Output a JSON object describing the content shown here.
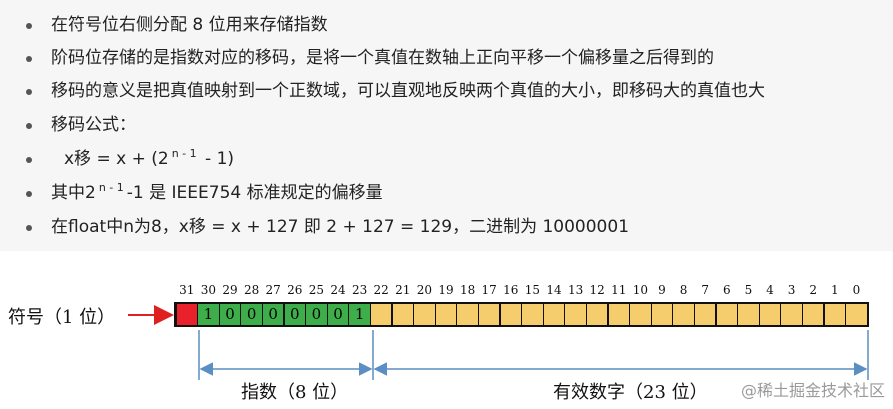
{
  "bullets": [
    "在符号位右侧分配 8 位用来存储指数",
    "阶码位存储的是指数对应的移码，是将一个真值在数轴上正向平移一个偏移量之后得到的",
    "移码的意义是把真值映射到一个正数域，可以直观地反映两个真值的大小，即移码大的真值也大",
    "移码公式：",
    {
      "pre": "x移 = x + (2",
      "sup": "n - 1",
      "post": " - 1)"
    },
    {
      "pre": "其中2",
      "sup": "n - 1",
      "post": "-1 是 IEEE754 标准规定的偏移量"
    },
    "在float中n为8，x移 = x + 127 即 2 + 127 = 129，二进制为 10000001"
  ],
  "diagram": {
    "bit_numbers": [
      "31",
      "30",
      "29",
      "28",
      "27",
      "26",
      "25",
      "24",
      "23",
      "22",
      "21",
      "20",
      "19",
      "18",
      "17",
      "16",
      "15",
      "14",
      "13",
      "12",
      "11",
      "10",
      "9",
      "8",
      "7",
      "6",
      "5",
      "4",
      "3",
      "2",
      "1",
      "0"
    ],
    "exponent_bits": [
      "1",
      "0",
      "0",
      "0",
      "0",
      "0",
      "0",
      "1"
    ],
    "sign_label": "符号（1 位）",
    "exponent_label": "指数（8 位）",
    "mantissa_label": "有效数字（23 位）",
    "watermark": "@稀土掘金技术社区"
  },
  "colors": {
    "sign": "#e8212b",
    "exponent": "#3dae4a",
    "mantissa": "#f5cd6d",
    "arrow_red": "#e02020",
    "arrow_blue": "#5b8ec2",
    "bullet_bg": "#f6f6f6"
  }
}
